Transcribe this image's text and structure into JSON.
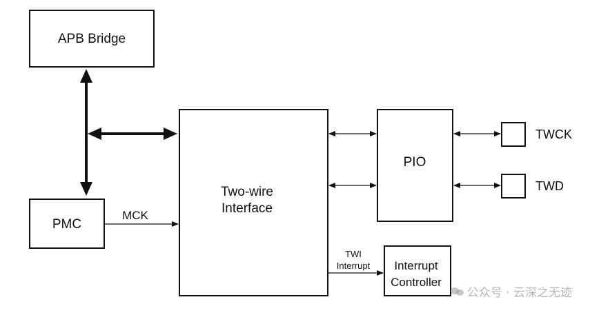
{
  "diagram": {
    "blocks": {
      "apb_bridge": "APB Bridge",
      "pmc": "PMC",
      "twi_line1": "Two-wire",
      "twi_line2": "Interface",
      "pio": "PIO",
      "interrupt_line1": "Interrupt",
      "interrupt_line2": "Controller"
    },
    "pins": {
      "twck": "TWCK",
      "twd": "TWD"
    },
    "signals": {
      "mck": "MCK",
      "twi_interrupt_line1": "TWI",
      "twi_interrupt_line2": "Interrupt"
    }
  },
  "watermark": {
    "text": "公众号 · 云深之无迹",
    "icon": "wechat-icon"
  },
  "colors": {
    "stroke": "#111111",
    "background": "#ffffff"
  }
}
